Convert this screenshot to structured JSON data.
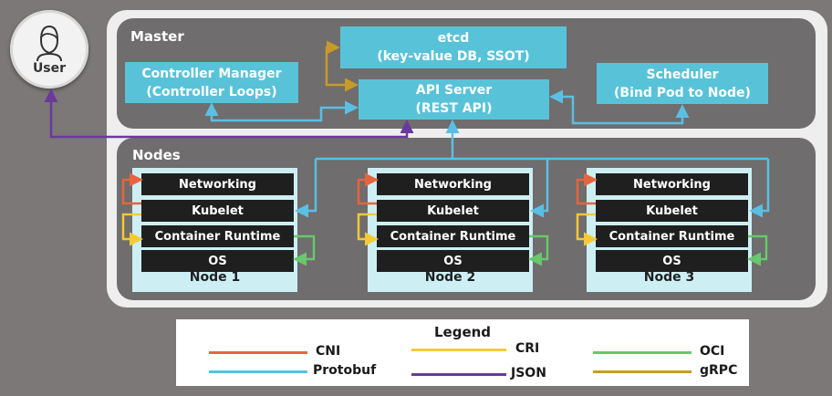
{
  "user": {
    "label": "User",
    "icon": "person-icon"
  },
  "master": {
    "title": "Master",
    "etcd": [
      "etcd",
      "(key-value DB, SSOT)"
    ],
    "controller_manager": [
      "Controller Manager",
      "(Controller Loops)"
    ],
    "api_server": [
      "API Server",
      "(REST API)"
    ],
    "scheduler": [
      "Scheduler",
      "(Bind Pod to Node)"
    ]
  },
  "nodes": {
    "title": "Nodes",
    "items": [
      {
        "label": "Node 1",
        "rows": [
          "Networking",
          "Kubelet",
          "Container Runtime",
          "OS"
        ]
      },
      {
        "label": "Node 2",
        "rows": [
          "Networking",
          "Kubelet",
          "Container Runtime",
          "OS"
        ]
      },
      {
        "label": "Node 3",
        "rows": [
          "Networking",
          "Kubelet",
          "Container Runtime",
          "OS"
        ]
      }
    ]
  },
  "legend": {
    "title": "Legend",
    "entries": [
      {
        "label": "CNI",
        "color": "#e8643c"
      },
      {
        "label": "CRI",
        "color": "#f5c934"
      },
      {
        "label": "OCI",
        "color": "#67c86d"
      },
      {
        "label": "Protobuf",
        "color": "#5bbfe5"
      },
      {
        "label": "JSON",
        "color": "#6a3a9a"
      },
      {
        "label": "gRPC",
        "color": "#c79a2a"
      }
    ]
  },
  "colors": {
    "component": "#58c3d8",
    "cni": "#e8643c",
    "cri": "#f5c934",
    "oci": "#67c86d",
    "protobuf": "#5bbfe5",
    "json": "#6a3a9a",
    "grpc": "#c79a2a"
  }
}
